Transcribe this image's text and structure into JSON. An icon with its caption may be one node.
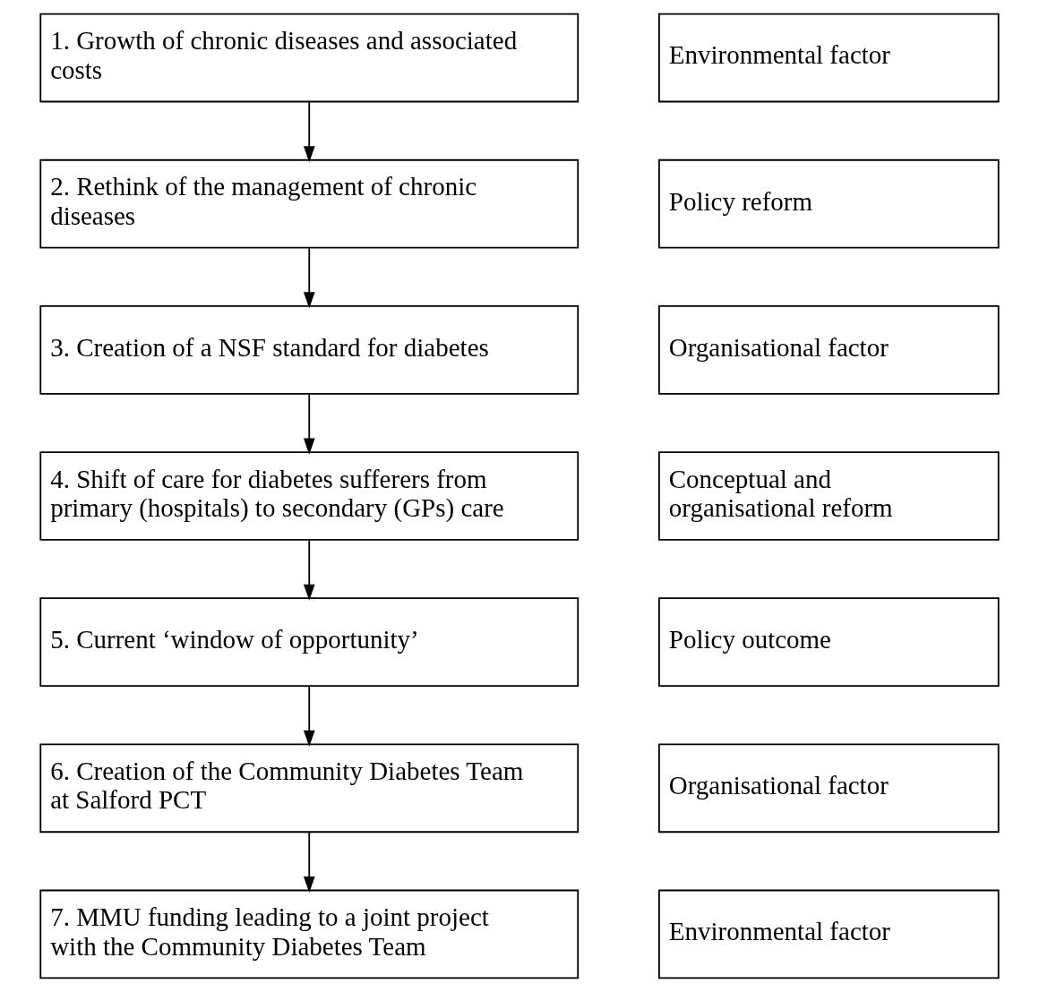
{
  "diagram": {
    "nodes": [
      {
        "text": [
          "1. Growth of chronic diseases and associated costs"
        ]
      },
      {
        "text": [
          "Environmental factor"
        ]
      },
      {
        "text": [
          "2. Rethink of the management of chronic diseases"
        ]
      },
      {
        "text": [
          "Policy reform"
        ]
      },
      {
        "text": [
          "3. Creation of a NSF standard for diabetes"
        ]
      },
      {
        "text": [
          "Organisational factor"
        ]
      },
      {
        "text": [
          "4. Shift of care for diabetes sufferers from primary (hospitals) to secondary (GPs) care"
        ]
      },
      {
        "text": [
          "Conceptual and organisational reform"
        ]
      },
      {
        "text": [
          "5. Current ‘window of opportunity’"
        ]
      },
      {
        "text": [
          "Policy outcome"
        ]
      },
      {
        "text": [
          "6. Creation of the Community Diabetes Team at Salford PCT"
        ]
      },
      {
        "text": [
          "Organisational factor"
        ]
      },
      {
        "text": [
          "7. MMU funding leading to a joint project with the Community Diabetes Team"
        ]
      },
      {
        "text": [
          "Environmental factor"
        ]
      }
    ],
    "edges": [
      {
        "from": 0,
        "to": 2,
        "arrow": "to"
      },
      {
        "from": 2,
        "to": 4,
        "arrow": "to"
      },
      {
        "from": 4,
        "to": 6,
        "arrow": "to"
      },
      {
        "from": 6,
        "to": 8,
        "arrow": "to"
      },
      {
        "from": 8,
        "to": 10,
        "arrow": "to"
      },
      {
        "from": 10,
        "to": 12,
        "arrow": "to"
      }
    ]
  }
}
